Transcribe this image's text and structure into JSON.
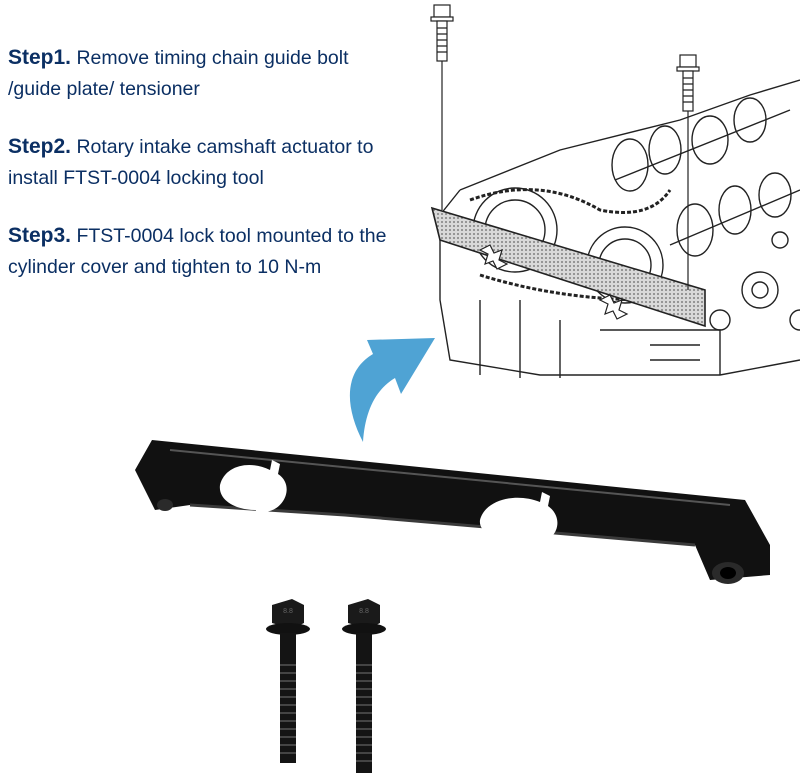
{
  "steps": [
    {
      "title": "Step1.",
      "text": "Remove timing chain guide bolt /guide plate/ tensioner"
    },
    {
      "title": "Step2.",
      "text": "Rotary intake camshaft actuator to install FTST-0004 locking tool"
    },
    {
      "title": "Step3.",
      "text": "FTST-0004 lock tool mounted to the cylinder cover and tighten to 10 N-m"
    }
  ],
  "colors": {
    "step_text": "#0b2f63",
    "arrow": "#4fa3d4",
    "tool": "#111111",
    "engine_line": "#222222"
  },
  "icons": {
    "arrow": "curved-arrow-icon",
    "bolt": "flange-bolt-icon"
  }
}
